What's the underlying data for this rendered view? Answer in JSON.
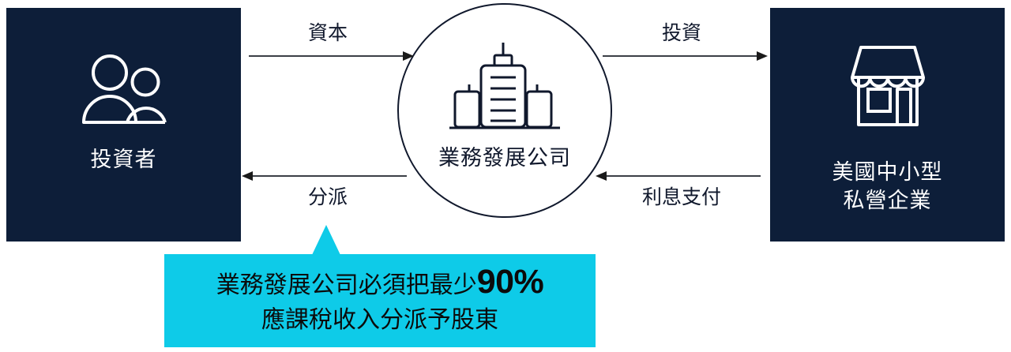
{
  "diagram": {
    "title_text_present": false,
    "colors": {
      "panel_navy": "#0d1e39",
      "callout_cyan": "#0ecbe8",
      "line_gray": "#3b3f46",
      "ink": "#10182c",
      "white": "#ffffff"
    },
    "left_node": {
      "label": "投資者",
      "icon": "two-people-icon"
    },
    "center_node": {
      "label": "業務發展公司",
      "icon": "city-buildings-icon"
    },
    "right_node": {
      "label": "美國中小型\n私營企業",
      "icon": "storefront-icon"
    },
    "arrows": [
      {
        "id": "capital",
        "label": "資本",
        "direction": "right",
        "label_position": "above"
      },
      {
        "id": "invest",
        "label": "投資",
        "direction": "right",
        "label_position": "above"
      },
      {
        "id": "dist",
        "label": "分派",
        "direction": "left",
        "label_position": "below"
      },
      {
        "id": "interest",
        "label": "利息支付",
        "direction": "left",
        "label_position": "below"
      }
    ],
    "callout": {
      "line1_prefix": "業務發展公司必須把最少",
      "line1_highlight": "90%",
      "line2": "應課稅收入分派予股東"
    }
  }
}
